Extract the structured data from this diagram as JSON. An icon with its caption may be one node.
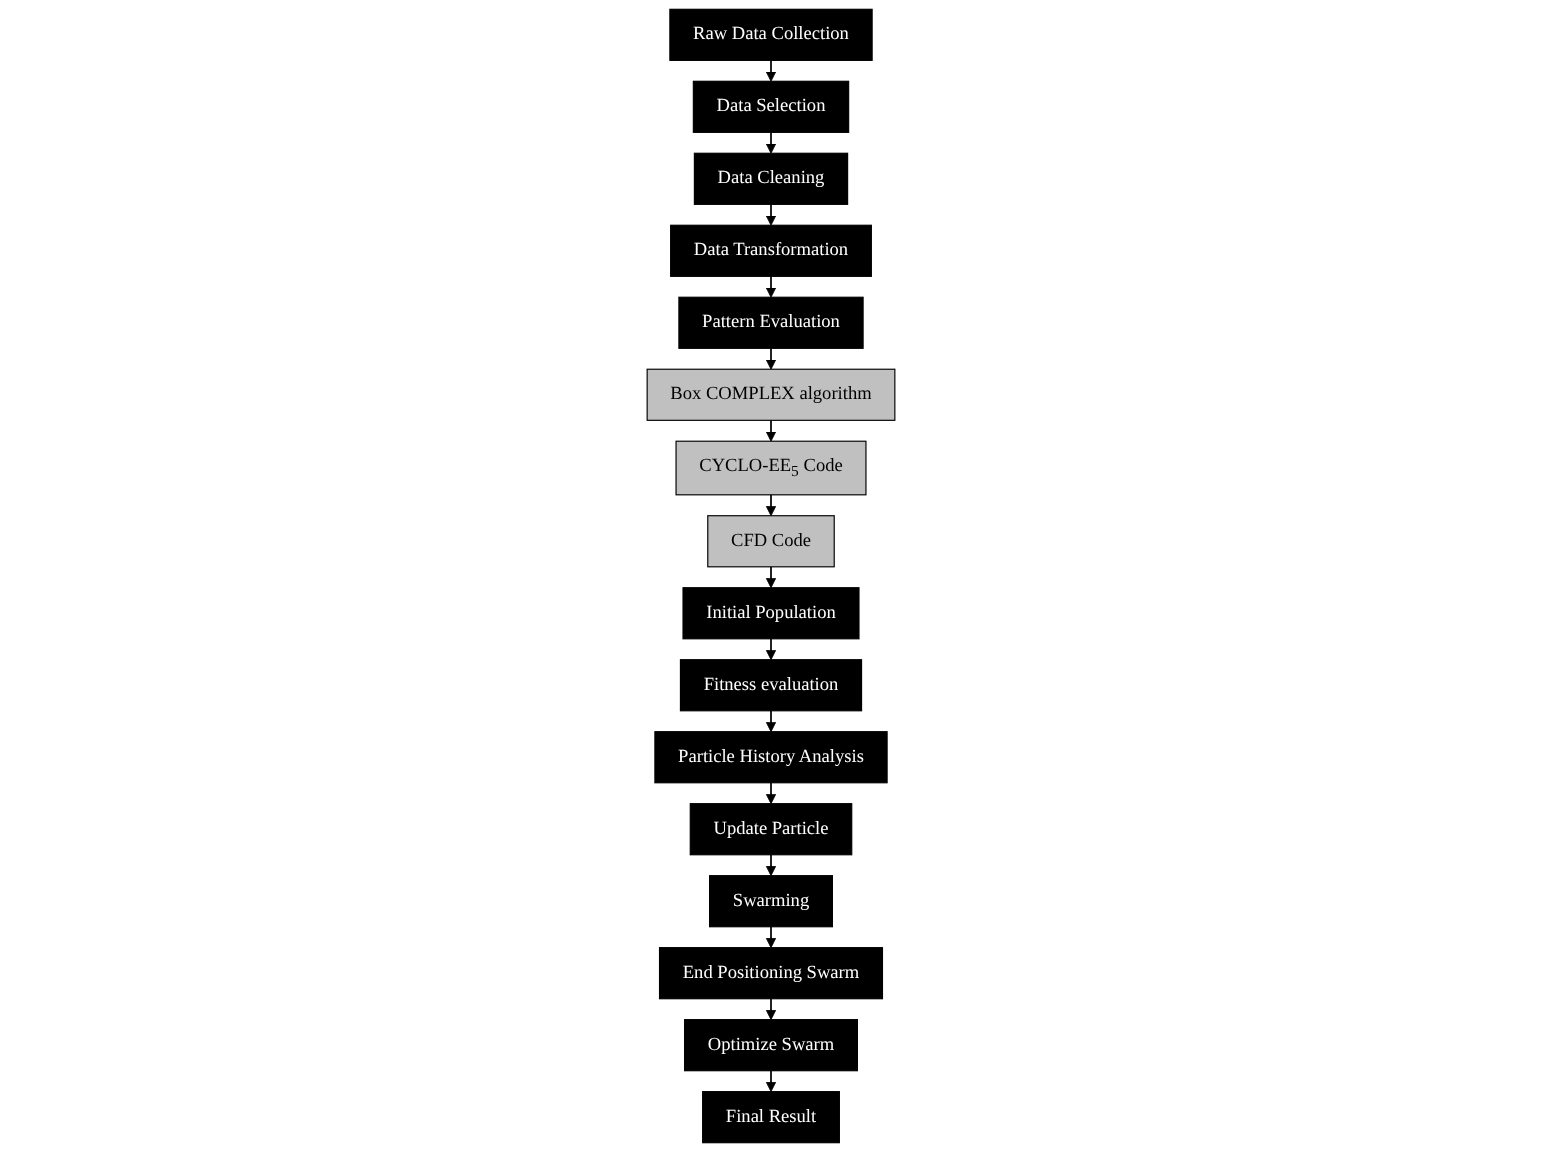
{
  "diagram": {
    "nodes": [
      {
        "text": [
          "Raw Data Collection"
        ]
      },
      {
        "text": [
          "Data Selection"
        ]
      },
      {
        "text": [
          "Data Cleaning"
        ]
      },
      {
        "text": [
          "Data Transformation"
        ]
      },
      {
        "text": [
          "Pattern Evaluation"
        ]
      },
      {
        "text": [
          "Box COMPLEX algorithm"
        ]
      },
      {
        "text": [
          "CYCLO-EE$_{5}$ Code"
        ]
      },
      {
        "text": [
          "CFD Code"
        ]
      },
      {
        "text": [
          "Initial Population"
        ]
      },
      {
        "text": [
          "Fitness evaluation"
        ]
      },
      {
        "text": [
          "Particle History Analysis"
        ]
      },
      {
        "text": [
          "Update Particle"
        ]
      },
      {
        "text": [
          "Swarming"
        ]
      },
      {
        "text": [
          "End Positioning Swarm"
        ]
      },
      {
        "text": [
          "Optimize Swarm"
        ]
      },
      {
        "text": [
          "Final Result"
        ]
      }
    ],
    "edges": [
      {
        "from": 0,
        "to": 1,
        "arrow": "to"
      },
      {
        "from": 1,
        "to": 2,
        "arrow": "to"
      },
      {
        "from": 2,
        "to": 3,
        "arrow": "to"
      },
      {
        "from": 3,
        "to": 4,
        "arrow": "to"
      },
      {
        "from": 4,
        "to": 5,
        "arrow": "to"
      },
      {
        "from": 5,
        "to": 6,
        "arrow": "to"
      },
      {
        "from": 6,
        "to": 7,
        "arrow": "to"
      },
      {
        "from": 7,
        "to": 8,
        "arrow": "to"
      },
      {
        "from": 8,
        "to": 9,
        "arrow": "to"
      },
      {
        "from": 9,
        "to": 10,
        "arrow": "to"
      },
      {
        "from": 10,
        "to": 11,
        "arrow": "to"
      },
      {
        "from": 11,
        "to": 12,
        "arrow": "to"
      },
      {
        "from": 12,
        "to": 13,
        "arrow": "to"
      },
      {
        "from": 13,
        "to": 14,
        "arrow": "to"
      },
      {
        "from": 14,
        "to": 15,
        "arrow": "to"
      }
    ]
  }
}
